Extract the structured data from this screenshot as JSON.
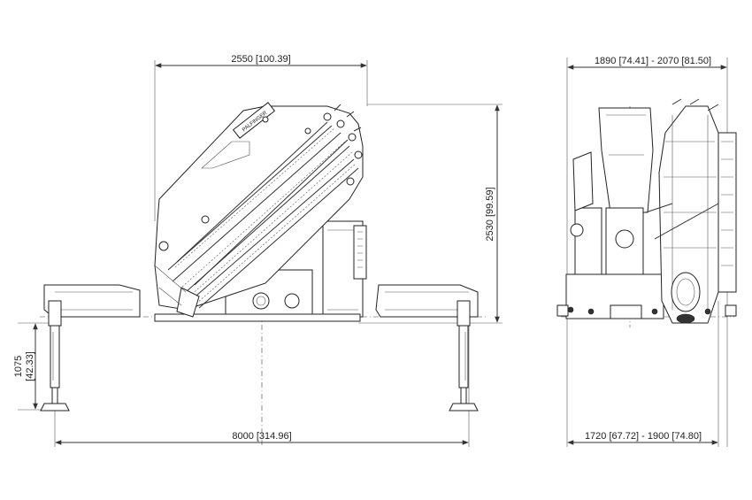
{
  "dimensions": {
    "width_top": "2550  [100.39]",
    "height_right": "2530  [99.59]",
    "leg_height": "1075",
    "leg_height_in": "[42.33]",
    "outrigger_span": "8000  [314.96]",
    "side_top": "1890  [74.41]  -  2070  [81.50]",
    "side_bottom": "1720  [67.72]  -  1900  [74.80]"
  },
  "logo_text": "PALFINGER"
}
